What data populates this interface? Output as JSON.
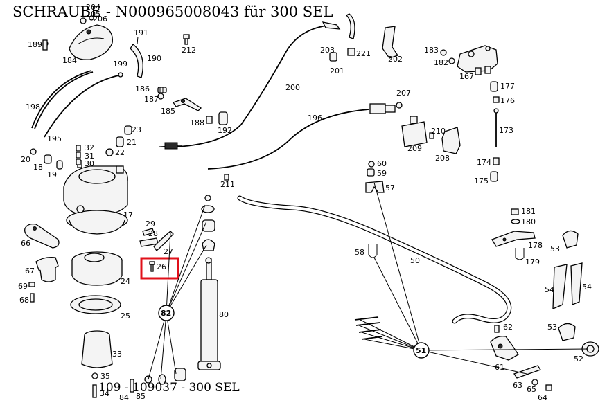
{
  "header": {
    "title": "SCHRAUBE  - N000965008043 für 300 SEL"
  },
  "footer": {
    "text": "109 - 109037 - 300 SEL"
  },
  "highlight": {
    "part": "26",
    "color": "#e0101a"
  },
  "callouts": {
    "c51": "51",
    "c82": "82"
  },
  "labels": {
    "p17": "17",
    "p18": "18",
    "p19": "19",
    "p20": "20",
    "p21": "21",
    "p22": "22",
    "p23": "23",
    "p24": "24",
    "p25": "25",
    "p26": "26",
    "p27": "27",
    "p28": "28",
    "p29": "29",
    "p30": "30",
    "p31": "31",
    "p32": "32",
    "p33": "33",
    "p34": "34",
    "p35": "35",
    "p50": "50",
    "p52": "52",
    "p53a": "53",
    "p53b": "53",
    "p54a": "54",
    "p54b": "54",
    "p57": "57",
    "p58": "58",
    "p59": "59",
    "p60": "60",
    "p61": "61",
    "p62": "62",
    "p63": "63",
    "p64": "64",
    "p65": "65",
    "p66": "66",
    "p67": "67",
    "p68": "68",
    "p69": "69",
    "p80": "80",
    "p84": "84",
    "p85": "85",
    "p167": "167",
    "p173": "173",
    "p174": "174",
    "p175": "175",
    "p176": "176",
    "p177": "177",
    "p178": "178",
    "p179": "179",
    "p180": "180",
    "p181": "181",
    "p182": "182",
    "p183": "183",
    "p184": "184",
    "p185": "185",
    "p186": "186",
    "p187": "187",
    "p188": "188",
    "p189": "189",
    "p190": "190",
    "p191": "191",
    "p192": "192",
    "p195": "195",
    "p196": "196",
    "p198": "198",
    "p199": "199",
    "p200": "200",
    "p201": "201",
    "p202": "202",
    "p203": "203",
    "p204": "204",
    "p205": "205",
    "p206": "206",
    "p207": "207",
    "p208": "208",
    "p209": "209",
    "p210": "210",
    "p211": "211",
    "p212": "212",
    "p221": "221"
  }
}
